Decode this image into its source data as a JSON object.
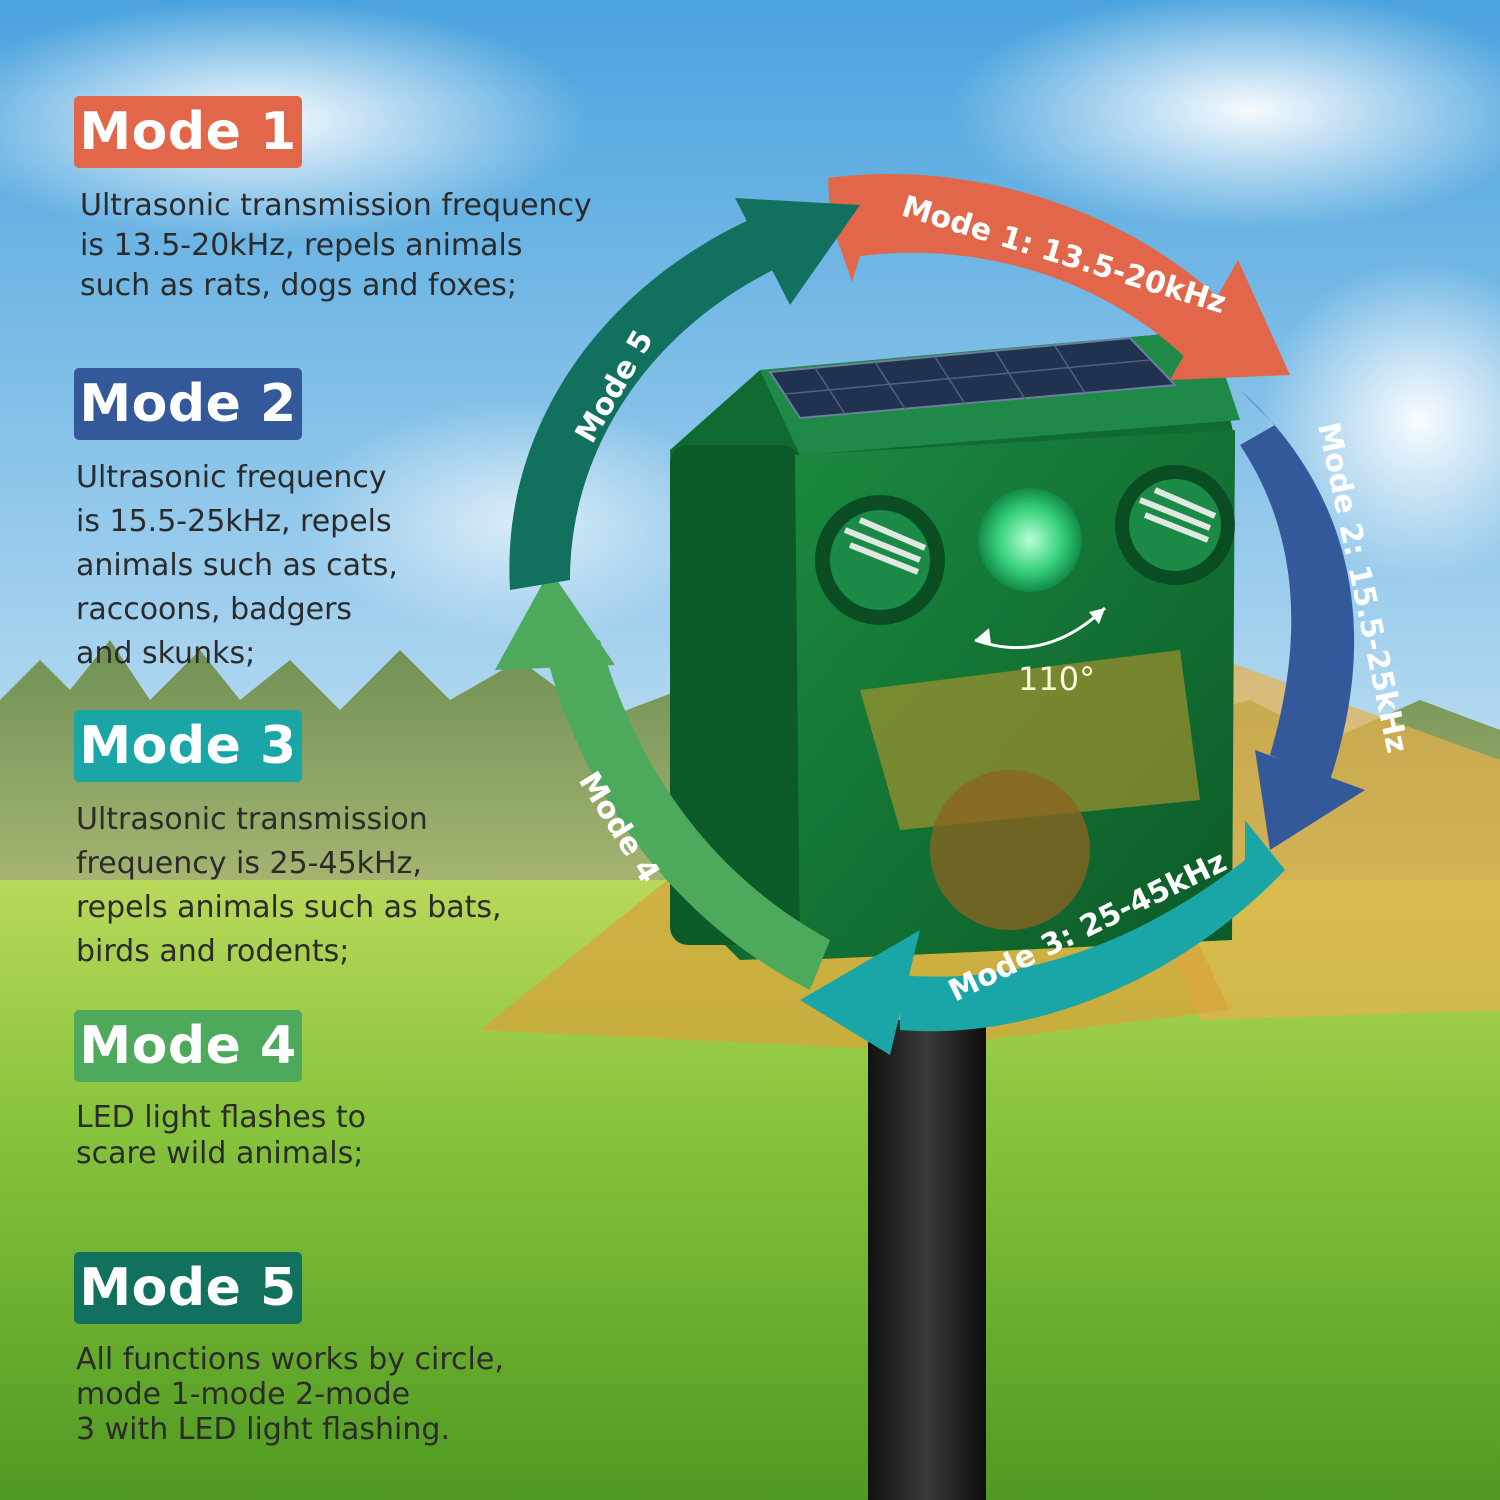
{
  "colors": {
    "mode1": "#e2674a",
    "mode2": "#34599a",
    "mode3": "#1aa6a6",
    "mode4": "#4da95b",
    "mode5": "#12705e"
  },
  "modes": [
    {
      "badge": "Mode 1",
      "description": "Ultrasonic transmission frequency\nis 13.5-20kHz, repels animals\nsuch as rats, dogs and foxes;"
    },
    {
      "badge": "Mode 2",
      "description": "Ultrasonic  frequency\nis 15.5-25kHz, repels\nanimals such as cats,\nraccoons, badgers\nand skunks;"
    },
    {
      "badge": "Mode 3",
      "description": "Ultrasonic transmission\nfrequency is 25-45kHz,\nrepels animals such as bats,\nbirds and rodents;"
    },
    {
      "badge": "Mode 4",
      "description": "LED light flashes to\nscare wild animals;"
    },
    {
      "badge": "Mode 5",
      "description": "All functions works by circle,\nmode 1-mode 2-mode\n3 with LED light flashing."
    }
  ],
  "cycle": {
    "mode1": "Mode 1: 13.5-20kHz",
    "mode2": "Mode 2: 15.5-25kHz",
    "mode3": "Mode 3: 25-45kHz",
    "mode4": "Mode 4",
    "mode5": "Mode 5"
  },
  "device": {
    "angle_label": "110°"
  }
}
